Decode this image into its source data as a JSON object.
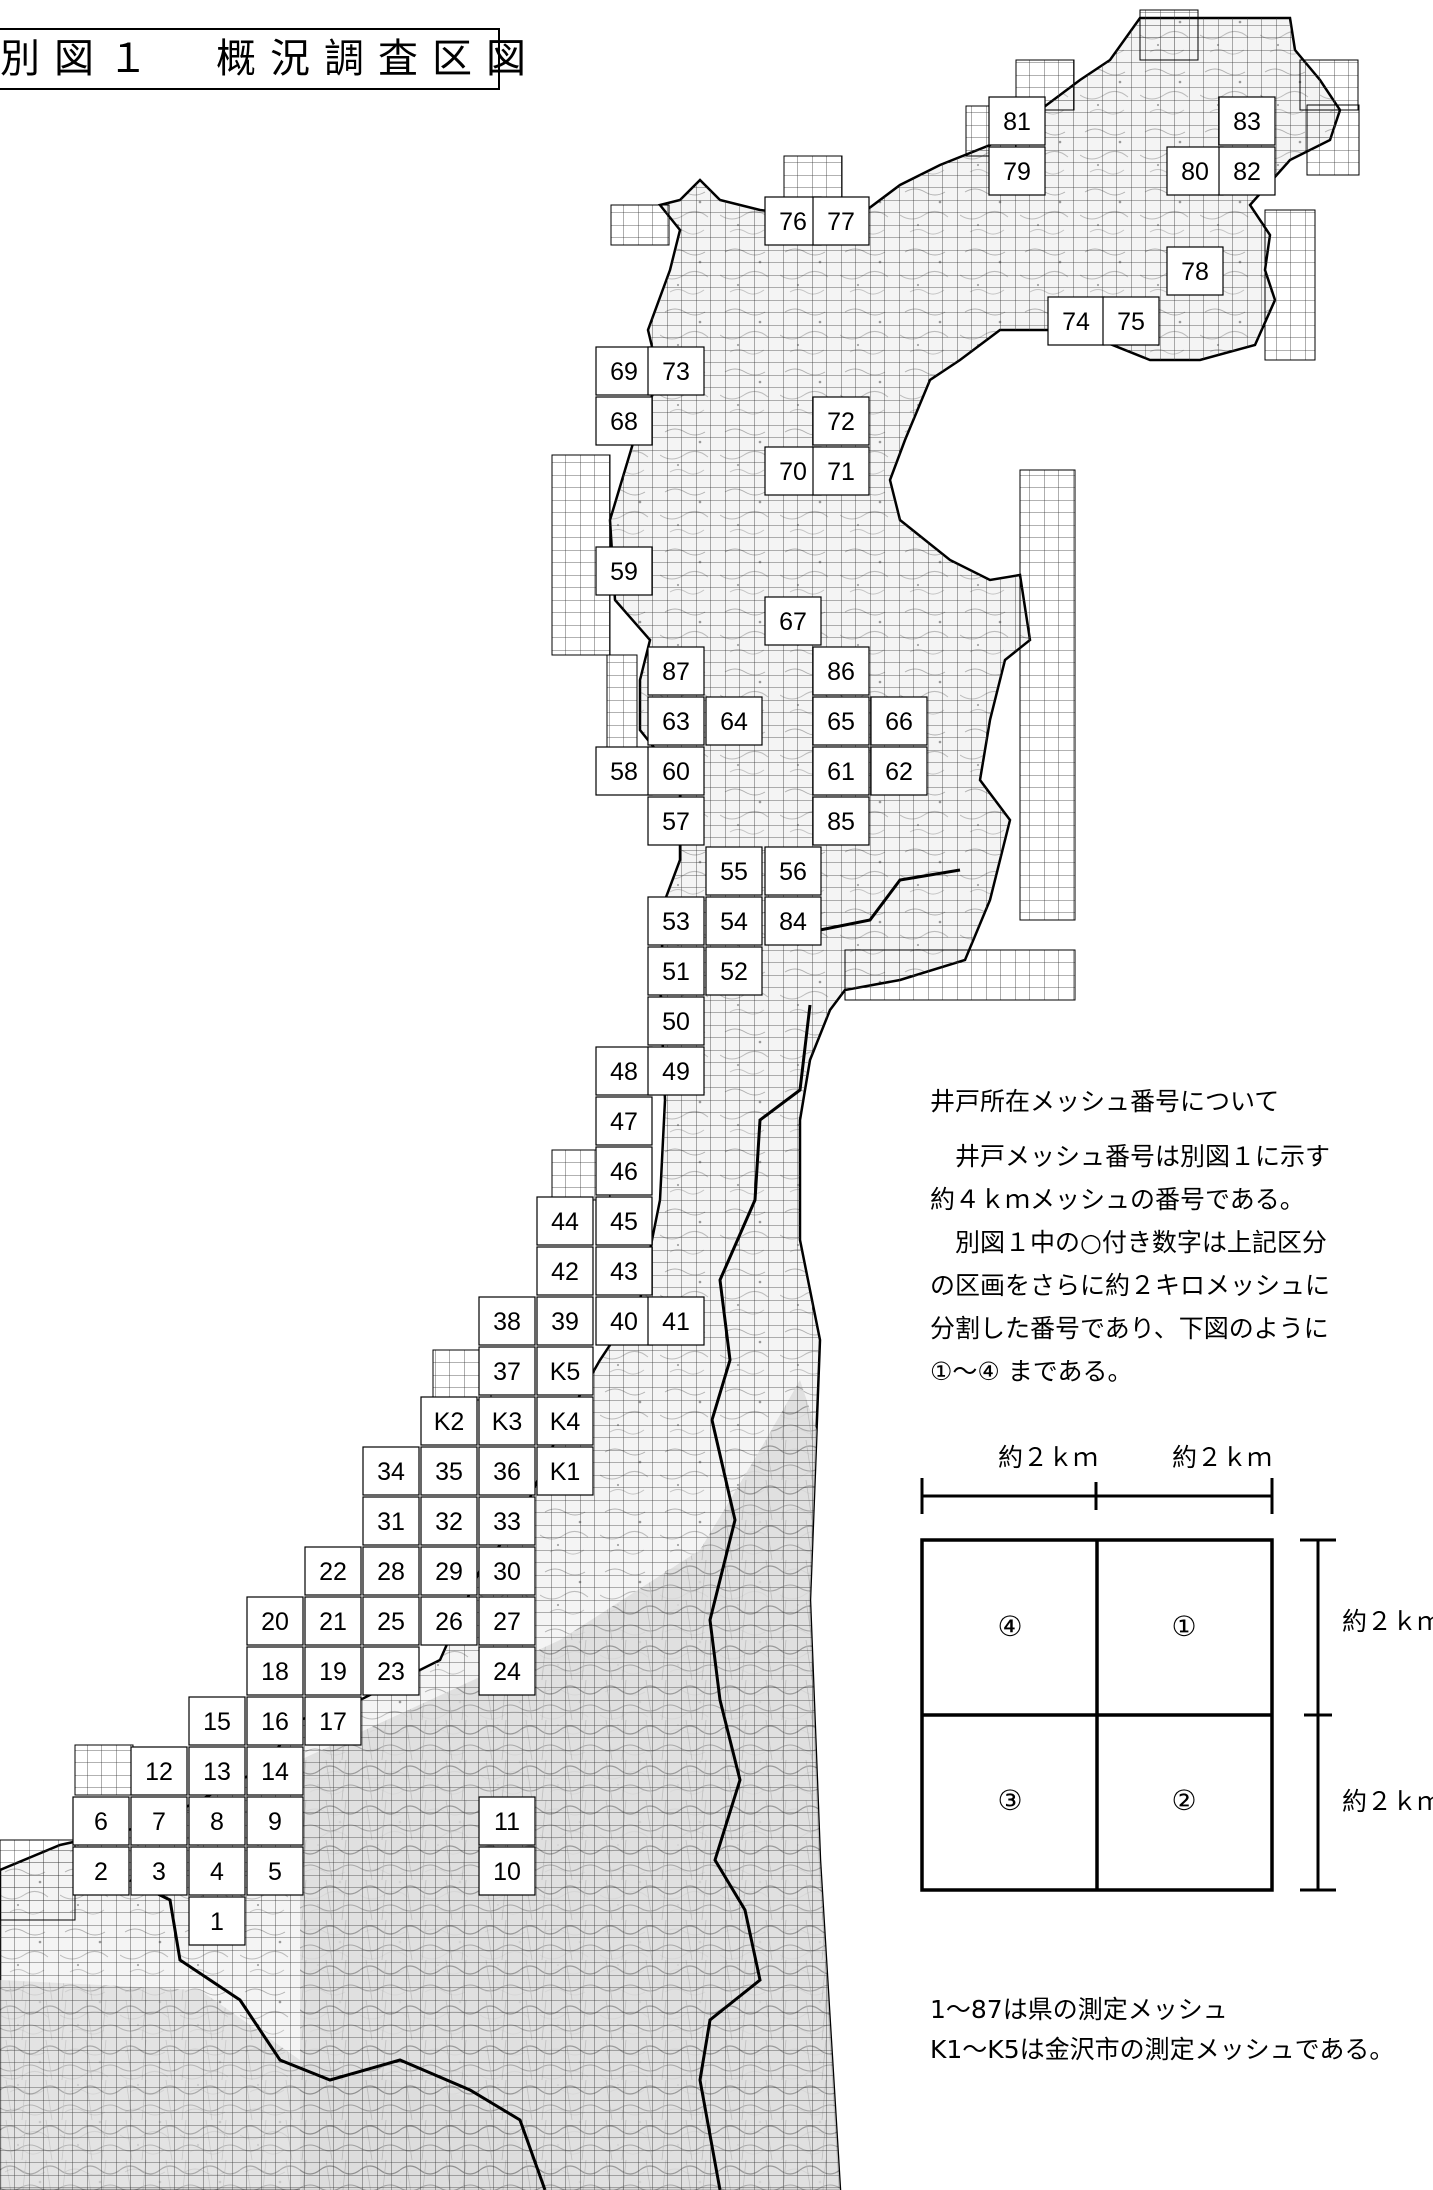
{
  "title": "別図１　概況調査区図",
  "mesh_labels": {
    "81": [
      1017,
      121
    ],
    "83": [
      1247,
      121
    ],
    "79": [
      1017,
      171
    ],
    "80": [
      1195,
      171
    ],
    "82": [
      1247,
      171
    ],
    "76": [
      793,
      221
    ],
    "77": [
      841,
      221
    ],
    "78": [
      1195,
      271
    ],
    "74": [
      1076,
      321
    ],
    "75": [
      1131,
      321
    ],
    "69": [
      624,
      371
    ],
    "73": [
      676,
      371
    ],
    "68": [
      624,
      421
    ],
    "72": [
      841,
      421
    ],
    "70": [
      793,
      471
    ],
    "71": [
      841,
      471
    ],
    "59": [
      624,
      571
    ],
    "67": [
      793,
      621
    ],
    "87": [
      676,
      671
    ],
    "86": [
      841,
      671
    ],
    "63": [
      676,
      721
    ],
    "64": [
      734,
      721
    ],
    "65": [
      841,
      721
    ],
    "66": [
      899,
      721
    ],
    "58": [
      624,
      771
    ],
    "60": [
      676,
      771
    ],
    "61": [
      841,
      771
    ],
    "62": [
      899,
      771
    ],
    "57": [
      676,
      821
    ],
    "85": [
      841,
      821
    ],
    "55": [
      734,
      871
    ],
    "56": [
      793,
      871
    ],
    "53": [
      676,
      921
    ],
    "54": [
      734,
      921
    ],
    "84": [
      793,
      921
    ],
    "51": [
      676,
      971
    ],
    "52": [
      734,
      971
    ],
    "50": [
      676,
      1021
    ],
    "48": [
      624,
      1071
    ],
    "49": [
      676,
      1071
    ],
    "47": [
      624,
      1121
    ],
    "46": [
      624,
      1171
    ],
    "44": [
      565,
      1221
    ],
    "45": [
      624,
      1221
    ],
    "42": [
      565,
      1271
    ],
    "43": [
      624,
      1271
    ],
    "38": [
      507,
      1321
    ],
    "39": [
      565,
      1321
    ],
    "40": [
      624,
      1321
    ],
    "41": [
      676,
      1321
    ],
    "37": [
      507,
      1371
    ],
    "K5": [
      565,
      1371
    ],
    "K2": [
      449,
      1421
    ],
    "K3": [
      507,
      1421
    ],
    "K4": [
      565,
      1421
    ],
    "34": [
      391,
      1471
    ],
    "35": [
      449,
      1471
    ],
    "36": [
      507,
      1471
    ],
    "K1": [
      565,
      1471
    ],
    "31": [
      391,
      1521
    ],
    "32": [
      449,
      1521
    ],
    "33": [
      507,
      1521
    ],
    "22": [
      333,
      1571
    ],
    "28": [
      391,
      1571
    ],
    "29": [
      449,
      1571
    ],
    "30": [
      507,
      1571
    ],
    "20": [
      275,
      1621
    ],
    "21": [
      333,
      1621
    ],
    "25": [
      391,
      1621
    ],
    "26": [
      449,
      1621
    ],
    "27": [
      507,
      1621
    ],
    "18": [
      275,
      1671
    ],
    "19": [
      333,
      1671
    ],
    "23": [
      391,
      1671
    ],
    "24": [
      507,
      1671
    ],
    "15": [
      217,
      1721
    ],
    "16": [
      275,
      1721
    ],
    "17": [
      333,
      1721
    ],
    "12": [
      159,
      1771
    ],
    "13": [
      217,
      1771
    ],
    "14": [
      275,
      1771
    ],
    "6": [
      101,
      1821
    ],
    "7": [
      159,
      1821
    ],
    "8": [
      217,
      1821
    ],
    "9": [
      275,
      1821
    ],
    "11": [
      507,
      1821
    ],
    "2": [
      101,
      1871
    ],
    "3": [
      159,
      1871
    ],
    "4": [
      217,
      1871
    ],
    "5": [
      275,
      1871
    ],
    "10": [
      507,
      1871
    ],
    "1": [
      217,
      1921
    ]
  },
  "notes": {
    "heading": "井戸所在メッシュ番号について",
    "line1": "　井戸メッシュ番号は別図１に示す",
    "line2": "約４ｋｍメッシュの番号である。",
    "line3": "　別図１中の○付き数字は上記区分",
    "line4": "の区画をさらに約２キロメッシュに",
    "line5": "分割した番号であり、下図のように",
    "line6": "①～④ まである。"
  },
  "legend": {
    "top_left_dim": "約２ｋｍ",
    "top_right_dim": "約２ｋｍ",
    "side_top_dim": "約２ｋｍ",
    "side_bottom_dim": "約２ｋｍ",
    "cells": [
      "④",
      "①",
      "③",
      "②"
    ]
  },
  "footer": {
    "line1": "1～87は県の測定メッシュ",
    "line2": "K1～K5は金沢市の測定メッシュである。"
  }
}
